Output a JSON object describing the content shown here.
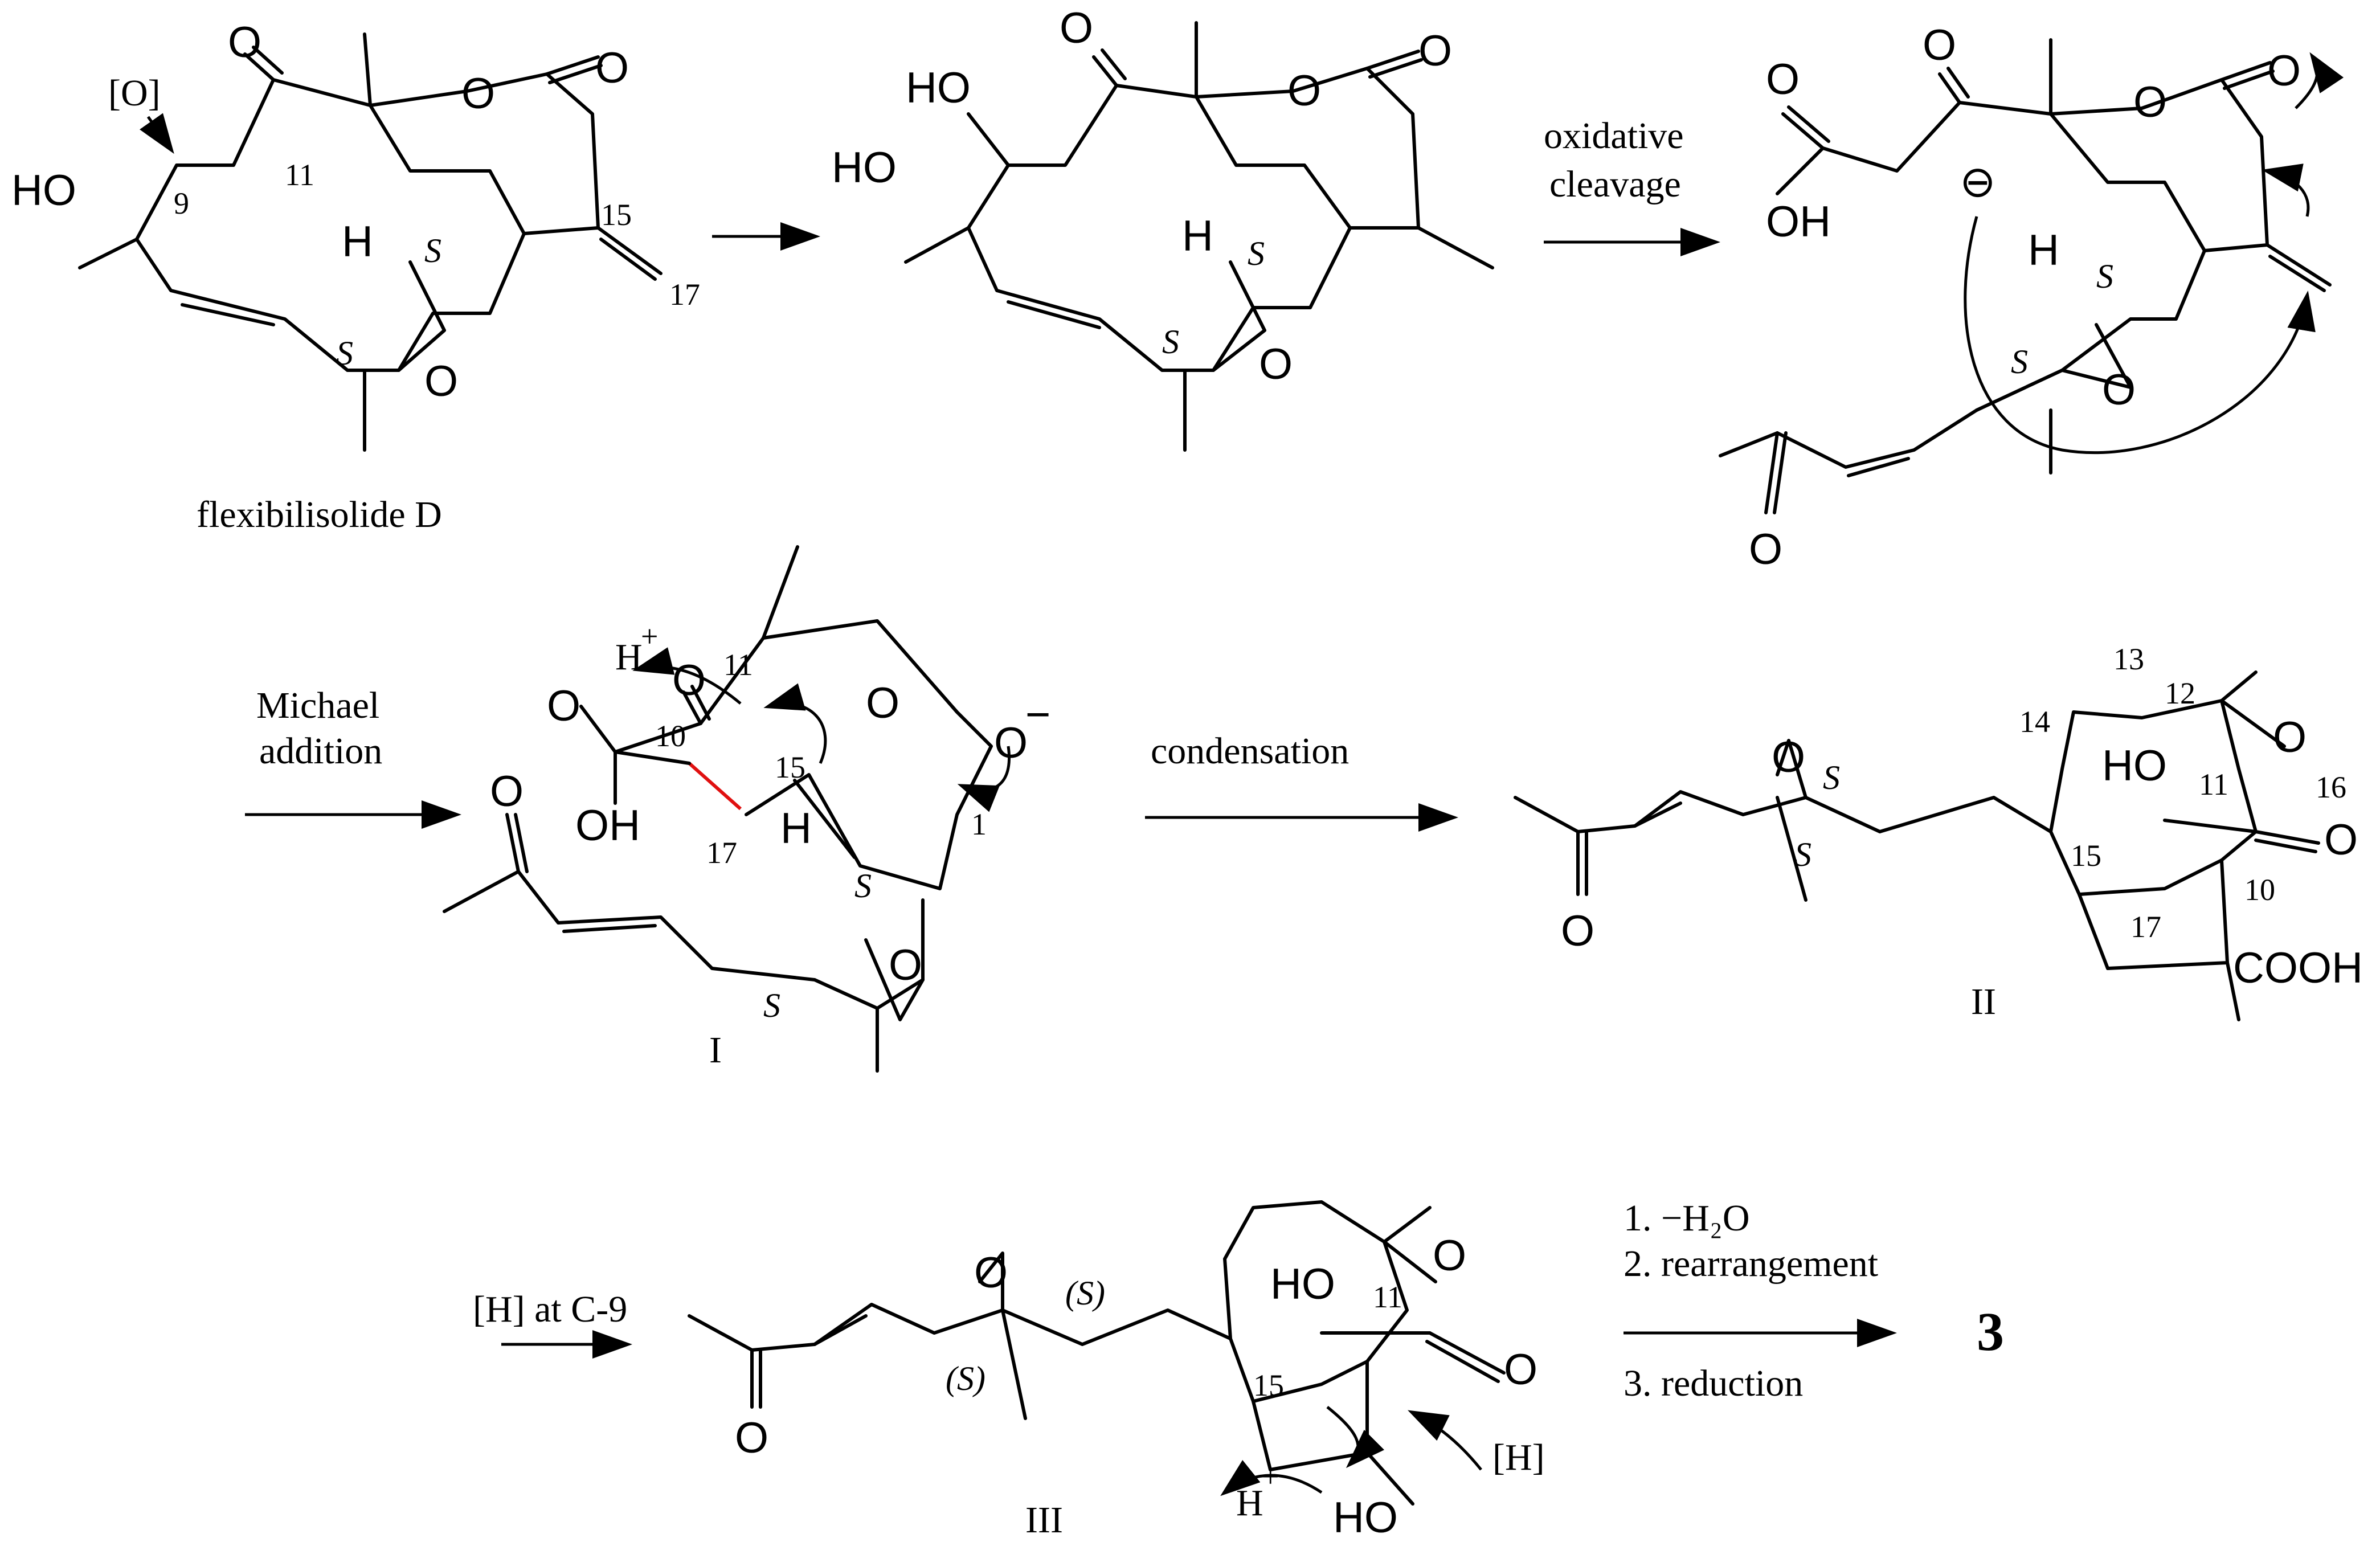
{
  "labels": {
    "flexibilisolide": "flexibilisolide D",
    "oxidant": "[O]",
    "oxidative_cleavage_1": "oxidative",
    "oxidative_cleavage_2": "cleavage",
    "michael_1": "Michael",
    "michael_2": "addition",
    "condensation": "condensation",
    "reduction_c9": "[H] at C-9",
    "step1": "1. −H₂O",
    "step2": "2. rearrangement",
    "step3": "3. reduction",
    "product": "3",
    "hydride": "[H]",
    "proton": "H",
    "proton_charge": "+",
    "intermediate_I": "I",
    "intermediate_II": "II",
    "intermediate_III": "III"
  },
  "atoms": {
    "oh_ho": "HO",
    "oh": "OH",
    "o": "O",
    "h": "H",
    "cooh": "COOH",
    "s": "S",
    "s_paren": "(S)",
    "minus": "−",
    "circ_minus": "⊖"
  },
  "numbers": {
    "n9": "9",
    "n11": "11",
    "n15": "15",
    "n17": "17",
    "n10": "10",
    "n1": "1",
    "n12": "12",
    "n13": "13",
    "n14": "14",
    "n16": "16"
  }
}
